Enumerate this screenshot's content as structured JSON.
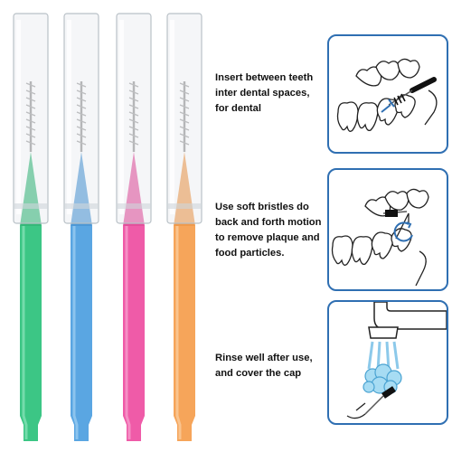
{
  "colors": {
    "brush_green": "#3cc685",
    "brush_blue": "#5aa6e2",
    "brush_pink": "#ef5ba8",
    "brush_orange": "#f6a55a",
    "panel_border": "#2f6fb2",
    "instruction_text": "#111111"
  },
  "brushes": [
    {
      "color_name": "green",
      "icon": "interdental-brush-green-icon"
    },
    {
      "color_name": "blue",
      "icon": "interdental-brush-blue-icon"
    },
    {
      "color_name": "pink",
      "icon": "interdental-brush-pink-icon"
    },
    {
      "color_name": "orange",
      "icon": "interdental-brush-orange-icon"
    }
  ],
  "steps": [
    {
      "lines": [
        "Insert between teeth",
        "inter dental spaces,",
        "for dental"
      ],
      "icon": "teeth-insert-brush-icon"
    },
    {
      "lines": [
        "Use soft bristles do",
        "back and forth motion",
        "to remove plaque and",
        "food particles."
      ],
      "icon": "teeth-back-forth-brush-icon"
    },
    {
      "lines": [
        "Rinse well after use,",
        "and cover the cap"
      ],
      "icon": "faucet-rinse-brush-icon"
    }
  ]
}
